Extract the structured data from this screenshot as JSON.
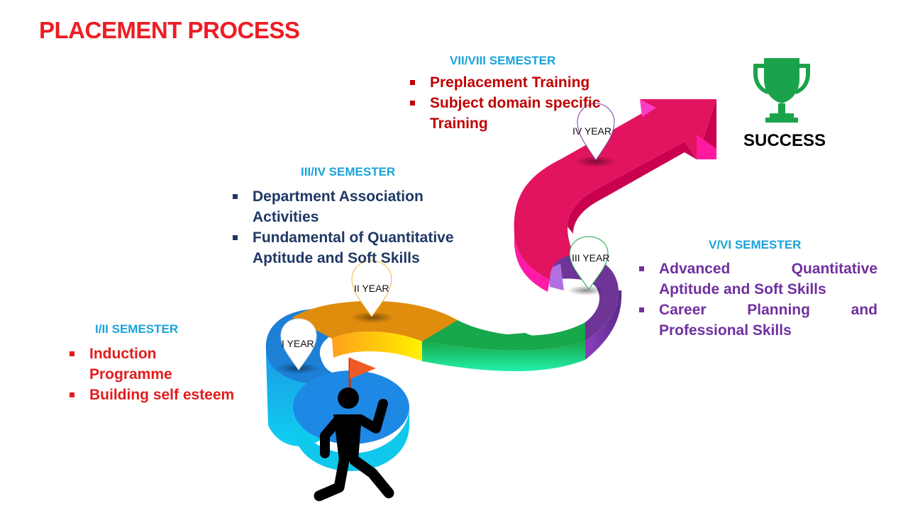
{
  "title": "PLACEMENT PROCESS",
  "success_label": "SUCCESS",
  "stages": [
    {
      "semester": "I/II SEMESTER",
      "year": "I YEAR",
      "items": [
        "Induction Programme",
        "Building self esteem"
      ]
    },
    {
      "semester": "III/IV SEMESTER",
      "year": "II YEAR",
      "items": [
        "Department Association Activities",
        "Fundamental of Quantitative Aptitude and Soft Skills"
      ]
    },
    {
      "semester": "V/VI SEMESTER",
      "year": "III YEAR",
      "items": [
        "Advanced Quantitative Aptitude and Soft Skills",
        "Career Planning and Professional Skills"
      ]
    },
    {
      "semester": "VII/VIII SEMESTER",
      "year": "IV YEAR",
      "items": [
        "Preplacement Training",
        "Subject domain specific Training"
      ]
    }
  ],
  "colors": {
    "title": "#ee1c24",
    "semester": "#1aa3d8",
    "path_blue": "#1e88e5",
    "path_orange": "#e8900c",
    "path_green": "#17a84c",
    "path_purple": "#7b3aa3",
    "path_magenta": "#e3145f",
    "trophy": "#1aa34a"
  },
  "icons": [
    "trophy-icon",
    "walking-person-icon",
    "flag-icon",
    "location-pin-icon"
  ]
}
